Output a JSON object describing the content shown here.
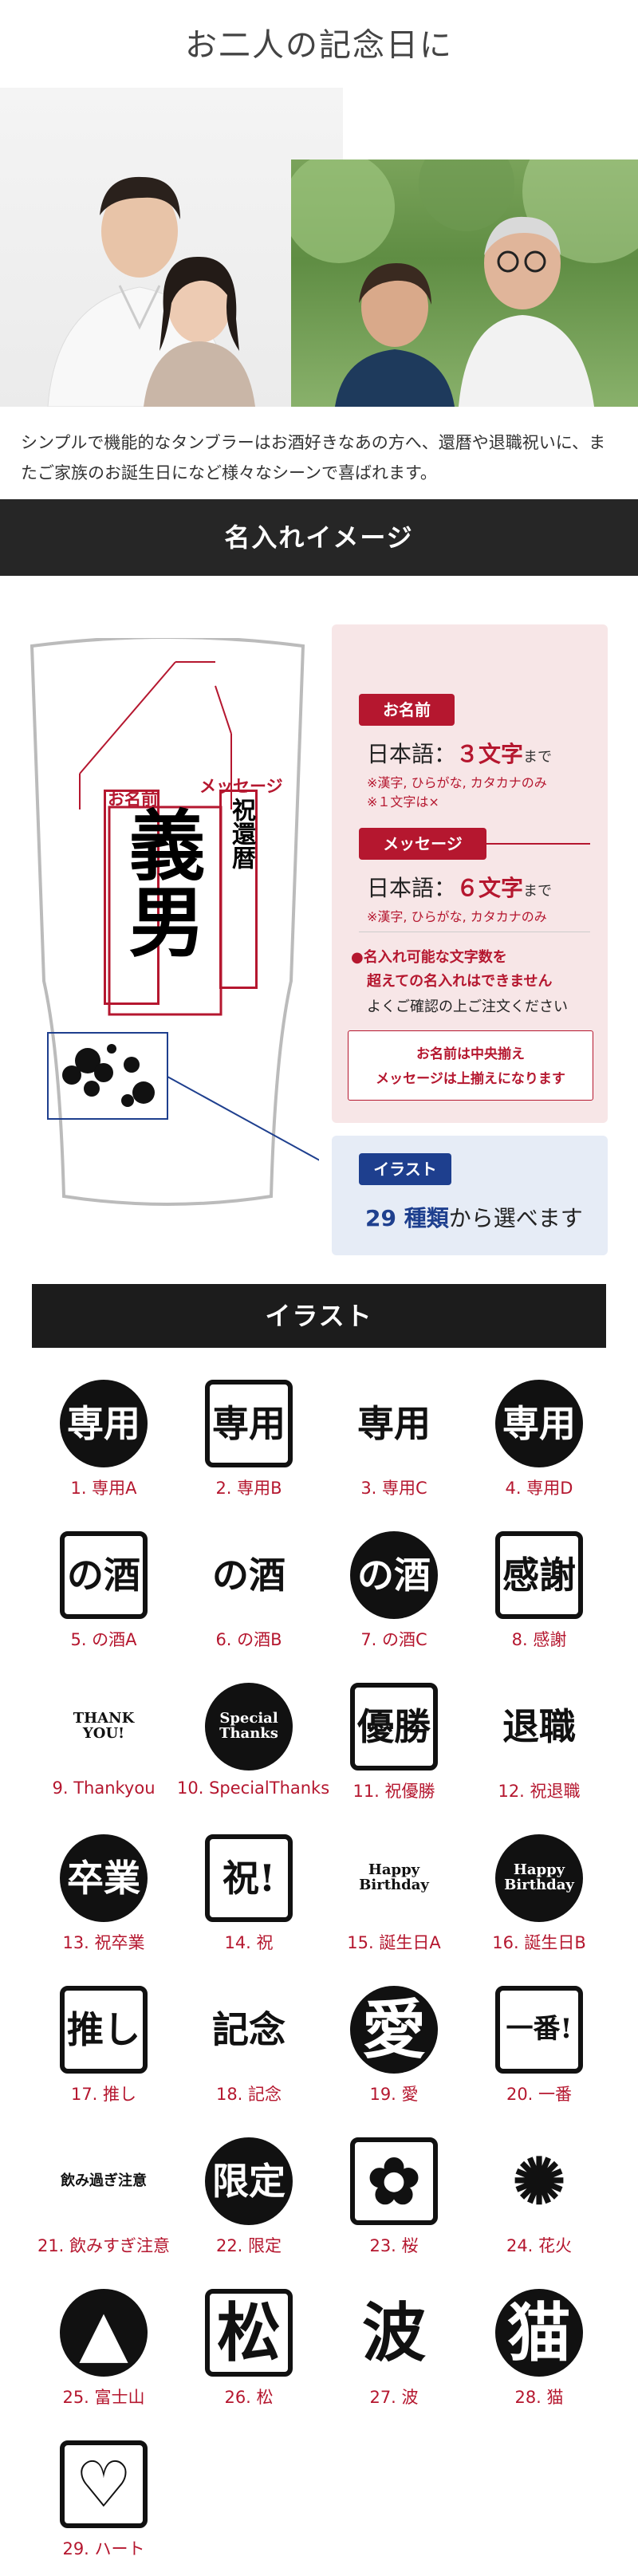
{
  "header": {
    "title": "お二人の記念日に"
  },
  "intro": {
    "text": "シンプルで機能的なタンブラーはお酒好きなあの方へ、還暦や退職祝いに、またご家族のお誕生日になど様々なシーンで喜ばれます。"
  },
  "name_image": {
    "section_title": "名入れイメージ",
    "glass": {
      "label_name": "お名前",
      "label_message": "メッセージ",
      "name_text": "義男",
      "message_text": "祝還暦"
    },
    "name_box": {
      "tag": "お名前",
      "line_prefix": "日本語：",
      "line_count": "３文字",
      "line_suffix": "まで",
      "note1": "※漢字, ひらがな, カタカナのみ",
      "note2": "※１文字は×"
    },
    "message_box": {
      "tag": "メッセージ",
      "line_prefix": "日本語：",
      "line_count": "６文字",
      "line_suffix": "まで",
      "note1": "※漢字, ひらがな, カタカナのみ"
    },
    "warning": {
      "line1": "●名入れ可能な文字数を",
      "line2": "超えての名入れはできません",
      "line3": "よくご確認の上ご注文ください"
    },
    "align_note": {
      "line1": "お名前は中央揃え",
      "line2": "メッセージは上揃えになります"
    },
    "illust_box": {
      "tag": "イラスト",
      "count": "29 種類",
      "suffix": "から選べます"
    }
  },
  "illustrations": {
    "section_title": "イラスト",
    "items": [
      {
        "caption": "1. 専用A",
        "glyph": "専用"
      },
      {
        "caption": "2. 専用B",
        "glyph": "専用"
      },
      {
        "caption": "3. 専用C",
        "glyph": "専用"
      },
      {
        "caption": "4. 専用D",
        "glyph": "専用"
      },
      {
        "caption": "5. の酒A",
        "glyph": "の酒"
      },
      {
        "caption": "6. の酒B",
        "glyph": "の酒"
      },
      {
        "caption": "7. の酒C",
        "glyph": "の酒"
      },
      {
        "caption": "8. 感謝",
        "glyph": "感謝"
      },
      {
        "caption": "9. Thankyou",
        "glyph": "THANK YOU!"
      },
      {
        "caption": "10. SpecialThanks",
        "glyph": "Special Thanks"
      },
      {
        "caption": "11. 祝優勝",
        "glyph": "優勝"
      },
      {
        "caption": "12. 祝退職",
        "glyph": "退職"
      },
      {
        "caption": "13. 祝卒業",
        "glyph": "卒業"
      },
      {
        "caption": "14. 祝",
        "glyph": "祝!"
      },
      {
        "caption": "15. 誕生日A",
        "glyph": "Happy Birthday"
      },
      {
        "caption": "16. 誕生日B",
        "glyph": "Happy Birthday"
      },
      {
        "caption": "17. 推し",
        "glyph": "推し"
      },
      {
        "caption": "18. 記念",
        "glyph": "記念"
      },
      {
        "caption": "19. 愛",
        "glyph": "愛"
      },
      {
        "caption": "20. 一番",
        "glyph": "一番!"
      },
      {
        "caption": "21. 飲みすぎ注意",
        "glyph": "飲み過ぎ注意"
      },
      {
        "caption": "22. 限定",
        "glyph": "限定"
      },
      {
        "caption": "23. 桜",
        "glyph": "✿"
      },
      {
        "caption": "24. 花火",
        "glyph": "✺"
      },
      {
        "caption": "25. 富士山",
        "glyph": "▲"
      },
      {
        "caption": "26. 松",
        "glyph": "松"
      },
      {
        "caption": "27. 波",
        "glyph": "波"
      },
      {
        "caption": "28. 猫",
        "glyph": "猫"
      },
      {
        "caption": "29. ハート",
        "glyph": "♡"
      }
    ]
  }
}
